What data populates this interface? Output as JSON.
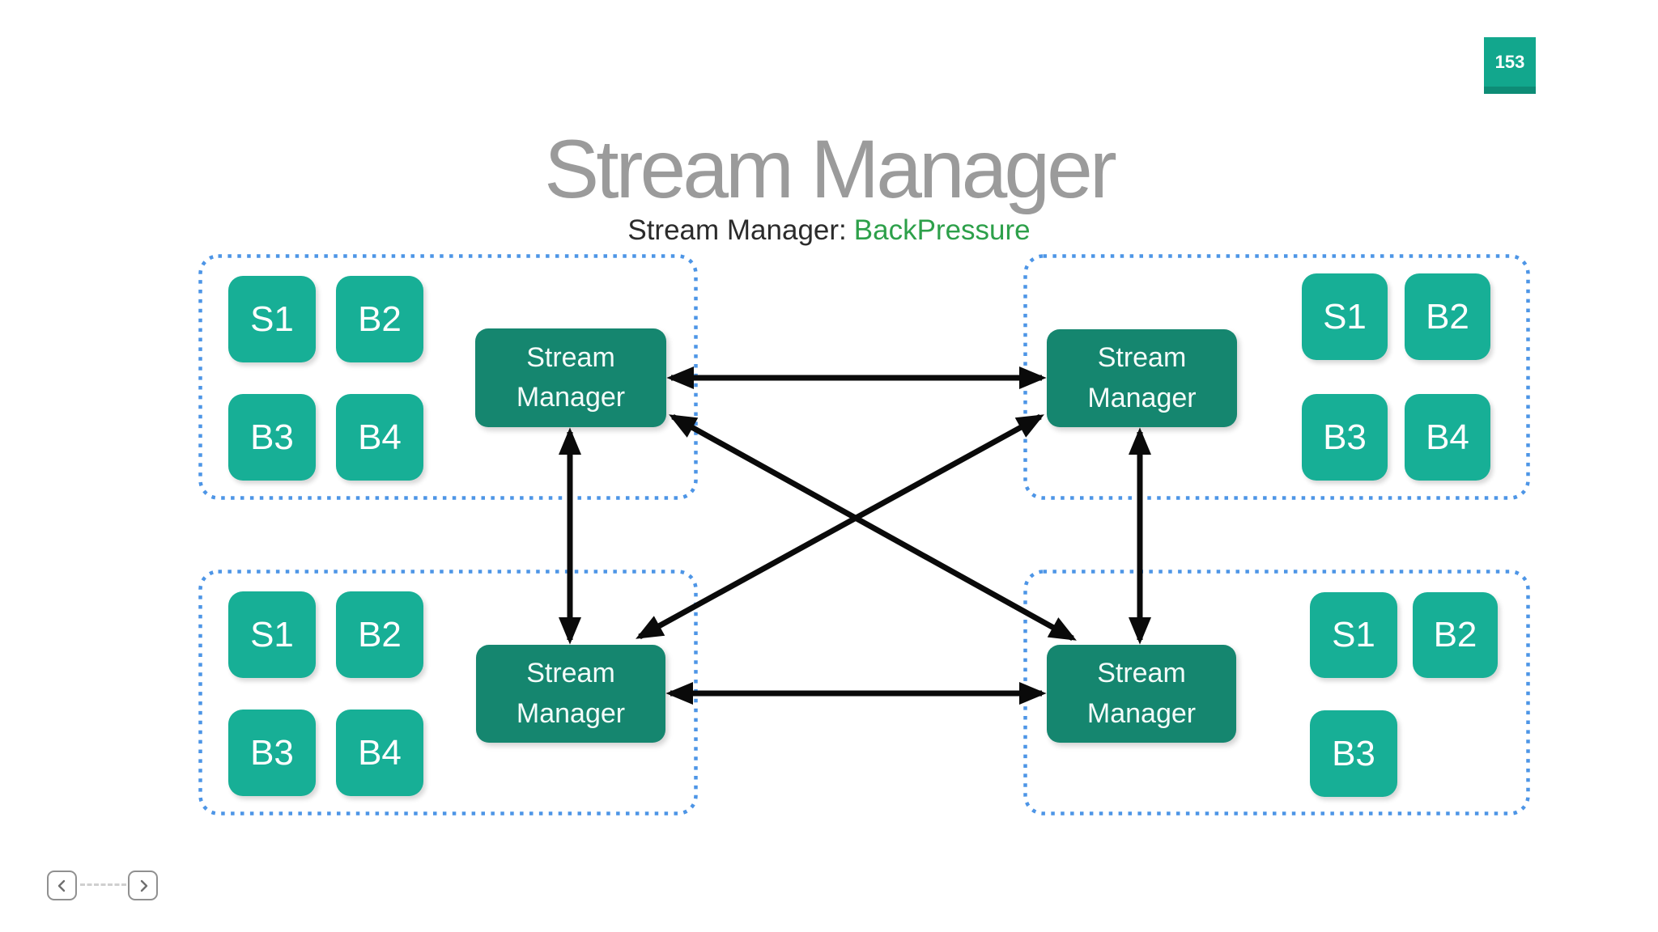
{
  "slide": {
    "page_number": "153",
    "title": "Stream Manager",
    "subtitle": {
      "prefix": "Stream Manager:",
      "highlight": "BackPressure"
    }
  },
  "clusters": [
    {
      "name": "top-left",
      "manager": "Stream Manager",
      "nodes": [
        {
          "label": "S1"
        },
        {
          "label": "B2"
        },
        {
          "label": "B3"
        },
        {
          "label": "B4"
        }
      ]
    },
    {
      "name": "top-right",
      "manager": "Stream Manager",
      "nodes": [
        {
          "label": "S1"
        },
        {
          "label": "B2"
        },
        {
          "label": "B3"
        },
        {
          "label": "B4"
        }
      ]
    },
    {
      "name": "bottom-left",
      "manager": "Stream Manager",
      "nodes": [
        {
          "label": "S1"
        },
        {
          "label": "B2"
        },
        {
          "label": "B3"
        },
        {
          "label": "B4"
        }
      ]
    },
    {
      "name": "bottom-right",
      "manager": "Stream Manager",
      "nodes": [
        {
          "label": "S1"
        },
        {
          "label": "B2"
        },
        {
          "label": "B3"
        }
      ]
    }
  ],
  "connections": [
    {
      "from": "top-left-manager",
      "to": "top-right-manager",
      "bidirectional": true
    },
    {
      "from": "bottom-left-manager",
      "to": "bottom-right-manager",
      "bidirectional": true
    },
    {
      "from": "top-left-manager",
      "to": "bottom-left-manager",
      "bidirectional": true
    },
    {
      "from": "top-right-manager",
      "to": "bottom-right-manager",
      "bidirectional": true
    },
    {
      "from": "top-left-manager",
      "to": "bottom-right-manager",
      "bidirectional": true
    },
    {
      "from": "top-right-manager",
      "to": "bottom-left-manager",
      "bidirectional": true
    }
  ],
  "colors": {
    "node_teal": "#17af96",
    "manager_teal": "#15866f",
    "badge_teal": "#12a78d",
    "badge_edge": "#0e8c76",
    "cluster_border_blue": "#4d95e6",
    "subtitle_green": "#2da04a",
    "title_gray": "#9b9b9b",
    "arrow_black": "#0a0a0a"
  },
  "nav": {
    "prev_icon": "chevron-left",
    "next_icon": "chevron-right"
  }
}
